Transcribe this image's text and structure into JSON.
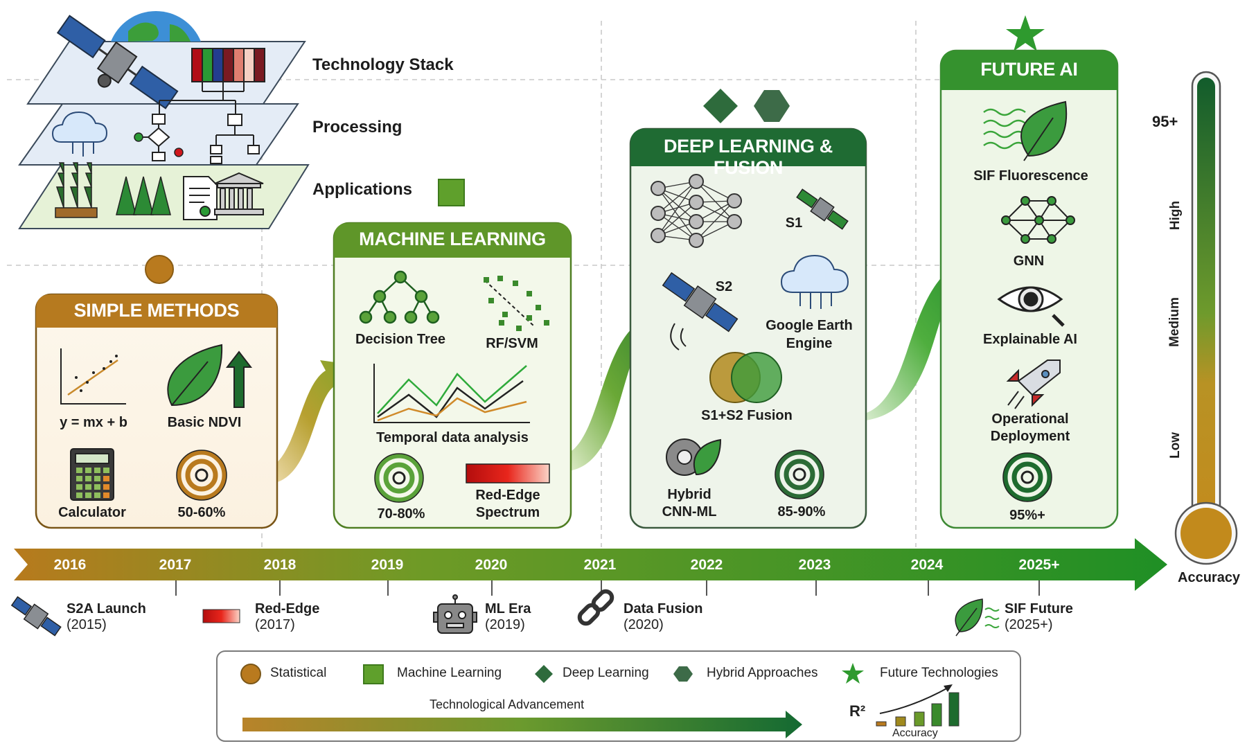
{
  "stack": {
    "technology": "Technology Stack",
    "processing": "Processing",
    "applications": "Applications"
  },
  "phases": {
    "simple": {
      "title": "SIMPLE METHODS",
      "formula": "y = mx + b",
      "ndvi": "Basic NDVI",
      "calculator": "Calculator",
      "accuracy": "50-60%"
    },
    "ml": {
      "title": "MACHINE LEARNING",
      "tree": "Decision Tree",
      "rfsvm": "RF/SVM",
      "temporal": "Temporal data analysis",
      "accuracy": "70-80%",
      "rededge_line1": "Red-Edge",
      "rededge_line2": "Spectrum"
    },
    "dl": {
      "title": "DEEP LEARNING & FUSION",
      "s1": "S1",
      "s2": "S2",
      "gee_line1": "Google Earth",
      "gee_line2": "Engine",
      "fusion": "S1+S2 Fusion",
      "hybrid_line1": "Hybrid",
      "hybrid_line2": "CNN-ML",
      "accuracy": "85-90%"
    },
    "future": {
      "title": "FUTURE AI",
      "sif": "SIF Fluorescence",
      "gnn": "GNN",
      "xai": "Explainable AI",
      "ops_line1": "Operational",
      "ops_line2": "Deployment",
      "accuracy": "95%+"
    }
  },
  "timeline": {
    "years": [
      "2016",
      "2017",
      "2018",
      "2019",
      "2020",
      "2021",
      "2022",
      "2023",
      "2024",
      "2025+"
    ]
  },
  "events": [
    {
      "title": "S2A Launch",
      "sub": "(2015)"
    },
    {
      "title": "Red-Edge",
      "sub": "(2017)"
    },
    {
      "title": "ML Era",
      "sub": "(2019)"
    },
    {
      "title": "Data Fusion",
      "sub": "(2020)"
    },
    {
      "title": "SIF Future",
      "sub": "(2025+)"
    }
  ],
  "thermometer": {
    "top": "95+",
    "high": "High",
    "medium": "Medium",
    "low": "Low",
    "label": "Accuracy"
  },
  "legend": {
    "statistical": "Statistical",
    "ml": "Machine Learning",
    "dl": "Deep Learning",
    "hybrid": "Hybrid Approaches",
    "future": "Future Technologies",
    "advancement": "Technological Advancement",
    "r2": "R²",
    "accuracy": "Accuracy"
  },
  "colors": {
    "statistical": "#b97a1e",
    "ml": "#5fa02c",
    "dl": "#2e6b3c",
    "hybrid": "#3d6b48",
    "future": "#2e9a2e",
    "rededge": "#e01a1a"
  }
}
